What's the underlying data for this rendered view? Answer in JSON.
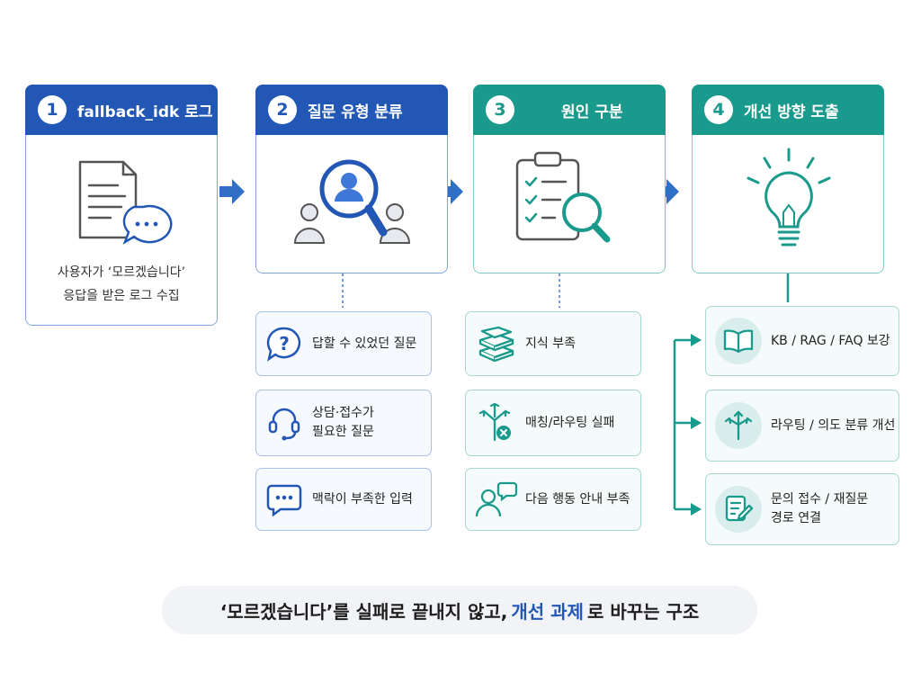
{
  "steps": [
    {
      "num": "1",
      "title": "fallback_idk 로그",
      "desc_line1": "사용자가 ‘모르겠습니다’",
      "desc_line2": "응답을 받은 로그 수집"
    },
    {
      "num": "2",
      "title": "질문 유형 분류"
    },
    {
      "num": "3",
      "title": "원인 구분"
    },
    {
      "num": "4",
      "title": "개선 방향 도출"
    }
  ],
  "question_types": [
    {
      "text": "답할 수 있었던 질문",
      "icon": "question-bubble-icon"
    },
    {
      "text_line1": "상담·접수가",
      "text_line2": "필요한 질문",
      "icon": "headset-icon"
    },
    {
      "text": "맥락이 부족한 입력",
      "icon": "chat-dots-icon"
    }
  ],
  "causes": [
    {
      "text": "지식 부족",
      "icon": "books-icon"
    },
    {
      "text": "매칭/라우팅 실패",
      "icon": "routing-fail-icon"
    },
    {
      "text": "다음 행동 안내 부족",
      "icon": "person-chat-icon"
    }
  ],
  "improvements": [
    {
      "text": "KB / RAG / FAQ 보강",
      "icon": "open-book-icon"
    },
    {
      "text": "라우팅 / 의도 분류 개선",
      "icon": "routing-arrows-icon"
    },
    {
      "text_line1": "문의 접수 / 재질문",
      "text_line2": "경로 연결",
      "icon": "form-edit-icon"
    }
  ],
  "caption": {
    "part1": "‘모르겠습니다’를 실패로 끝내지 않고,",
    "highlight": "개선 과제",
    "part2": "로 바꾸는 구조"
  },
  "colors": {
    "blue": "#2257b6",
    "teal": "#1a9a8c",
    "arrow": "#2f6fc6"
  }
}
